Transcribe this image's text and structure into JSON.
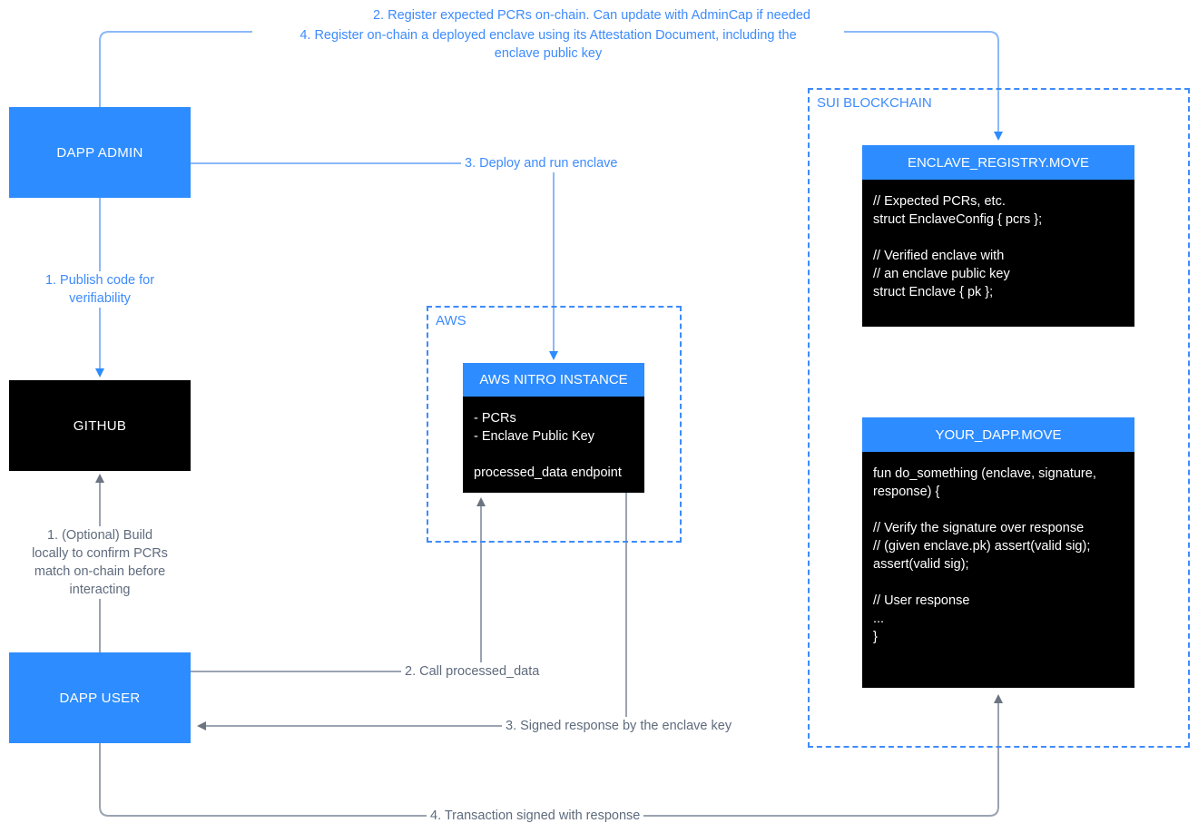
{
  "diagram": {
    "title": "Sui Nitro Enclave Attestation Flow",
    "colors": {
      "blue": "#2d8cff",
      "blue_line": "#8cb8f8",
      "blue_text": "#3d8bfd",
      "gray_line": "#9aa3b0",
      "gray_text": "#5f6b7d",
      "black": "#000000",
      "white": "#ffffff"
    }
  },
  "nodes": {
    "dapp_admin": {
      "label": "DAPP ADMIN"
    },
    "github": {
      "label": "GITHUB"
    },
    "dapp_user": {
      "label": "DAPP USER"
    },
    "aws_nitro": {
      "header": "AWS NITRO INSTANCE",
      "body": "- PCRs\n- Enclave Public Key\n\nprocessed_data endpoint"
    },
    "enclave_registry": {
      "header": "ENCLAVE_REGISTRY.MOVE",
      "body": "// Expected PCRs, etc.\nstruct EnclaveConfig { pcrs };\n\n// Verified enclave with\n// an enclave public key\nstruct Enclave { pk };"
    },
    "your_dapp": {
      "header": "YOUR_DAPP.MOVE",
      "body": "fun do_something (enclave, signature,\nresponse) {\n\n// Verify the signature over response\n// (given enclave.pk) assert(valid sig);\nassert(valid sig);\n\n// User response\n...\n}"
    }
  },
  "groups": {
    "aws": {
      "label": "AWS"
    },
    "sui": {
      "label": "SUI BLOCKCHAIN"
    }
  },
  "edges": {
    "register_pcrs": "2. Register expected PCRs on-chain. Can update with AdminCap if needed",
    "register_enclave": "4. Register on-chain a deployed enclave using its Attestation Document, including the\nenclave public key",
    "publish_code": "1. Publish code for\nverifiability",
    "deploy_enclave": "3. Deploy and run enclave",
    "build_locally": "1. (Optional) Build\nlocally to confirm PCRs\nmatch on-chain before\ninteracting",
    "call_processed_data": "2. Call processed_data",
    "signed_response": "3. Signed response by the enclave key",
    "transaction_signed": "4. Transaction signed with response"
  }
}
